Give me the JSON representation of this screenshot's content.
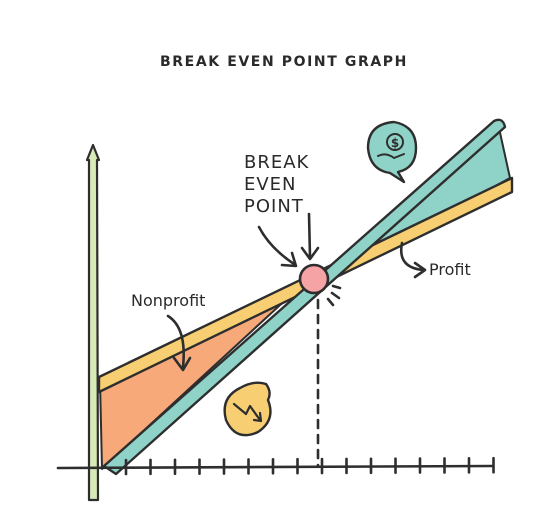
{
  "title": "BREAK EVEN POINT GRAPH",
  "annotations": {
    "break_even_line1": "BREAK",
    "break_even_line2": "EVEN",
    "break_even_line3": "POINT",
    "nonprofit": "Nonprofit",
    "profit": "Profit"
  },
  "icons": {
    "profit_bubble": "dollar-hand-icon",
    "loss_bubble": "falling-arrow-icon"
  },
  "colors": {
    "revenue_line": "#8fd3c8",
    "cost_line": "#f7cf72",
    "nonprofit_area": "#f7a97a",
    "profit_area": "#8fd3c8",
    "break_even_point": "#f6a3a6",
    "y_axis": "#d9e9b8",
    "ink": "#2e2e2e"
  }
}
